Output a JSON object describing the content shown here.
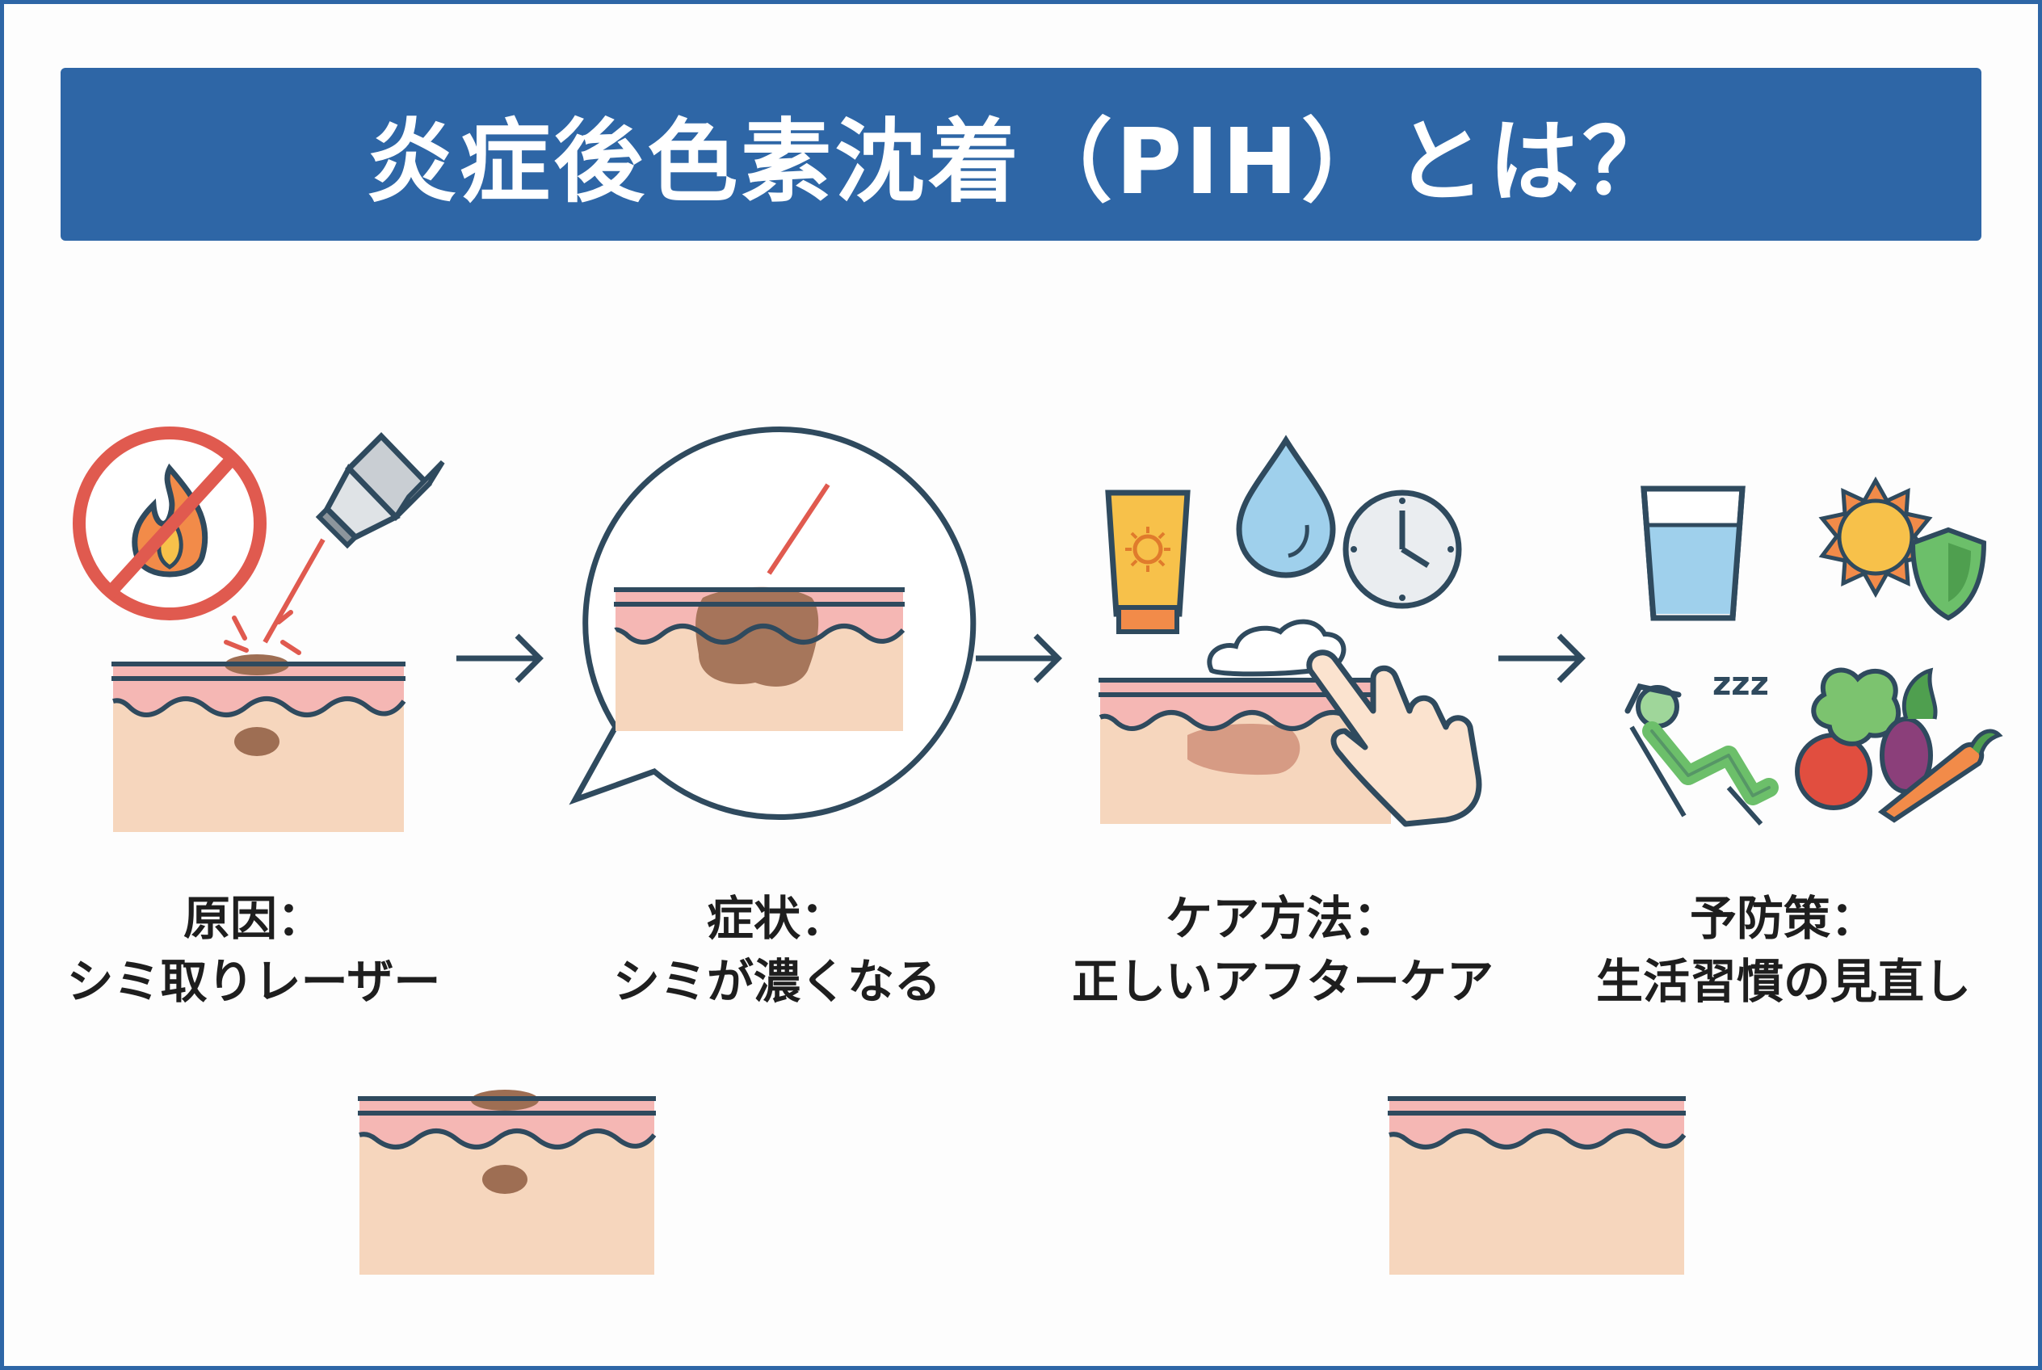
{
  "title": "炎症後色素沈着（PIH）とは？",
  "steps": [
    {
      "heading": "原因：",
      "detail": "シミ取りレーザー"
    },
    {
      "heading": "症状：",
      "detail": "シミが濃くなる"
    },
    {
      "heading": "ケア方法：",
      "detail": "正しいアフターケア"
    },
    {
      "heading": "予防策：",
      "detail": "生活習慣の見直し"
    }
  ],
  "sleep_text": "zzz",
  "colors": {
    "brand_blue": "#2e66a6",
    "skin": "#f6d6bd",
    "skin_top": "#f5b7b4",
    "spot": "#9e6e53",
    "outline": "#2f4a5e"
  }
}
